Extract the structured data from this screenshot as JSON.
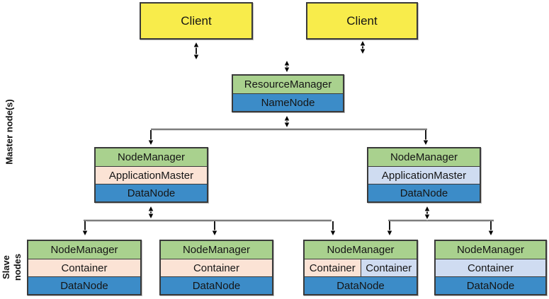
{
  "side_labels": {
    "master": "Master node(s)",
    "slave": [
      "Slave",
      "nodes"
    ]
  },
  "clients": [
    {
      "label": "Client"
    },
    {
      "label": "Client"
    }
  ],
  "master_stack": {
    "rows": [
      {
        "label": "ResourceManager",
        "color": "green"
      },
      {
        "label": "NameNode",
        "color": "blue"
      }
    ]
  },
  "worker_top": [
    {
      "rows": [
        {
          "label": "NodeManager",
          "color": "green"
        },
        {
          "label": "ApplicationMaster",
          "color": "peach"
        },
        {
          "label": "DataNode",
          "color": "blue"
        }
      ]
    },
    {
      "rows": [
        {
          "label": "NodeManager",
          "color": "green"
        },
        {
          "label": "ApplicationMaster",
          "color": "lavender"
        },
        {
          "label": "DataNode",
          "color": "blue"
        }
      ]
    }
  ],
  "worker_bottom": [
    {
      "rows": [
        {
          "label": "NodeManager",
          "color": "green"
        },
        {
          "label": "Container",
          "color": "peach"
        },
        {
          "label": "DataNode",
          "color": "blue"
        }
      ]
    },
    {
      "rows": [
        {
          "label": "NodeManager",
          "color": "green"
        },
        {
          "label": "Container",
          "color": "peach"
        },
        {
          "label": "DataNode",
          "color": "blue"
        }
      ]
    },
    {
      "rows": [
        {
          "label": "NodeManager",
          "color": "green"
        },
        {
          "split": [
            {
              "label": "Container",
              "color": "peach"
            },
            {
              "label": "Container",
              "color": "lavender"
            }
          ]
        },
        {
          "label": "DataNode",
          "color": "blue"
        }
      ]
    },
    {
      "rows": [
        {
          "label": "NodeManager",
          "color": "green"
        },
        {
          "label": "Container",
          "color": "lavender"
        },
        {
          "label": "DataNode",
          "color": "blue"
        }
      ]
    }
  ],
  "colors": {
    "yellow": "#F8EC4B",
    "green": "#A9D18E",
    "blue": "#3C8CC8",
    "peach": "#FBE3D5",
    "lavender": "#CFDCF1",
    "border": "#3A3A3A",
    "line": "#7D7D7D",
    "arrow": "#000000"
  }
}
